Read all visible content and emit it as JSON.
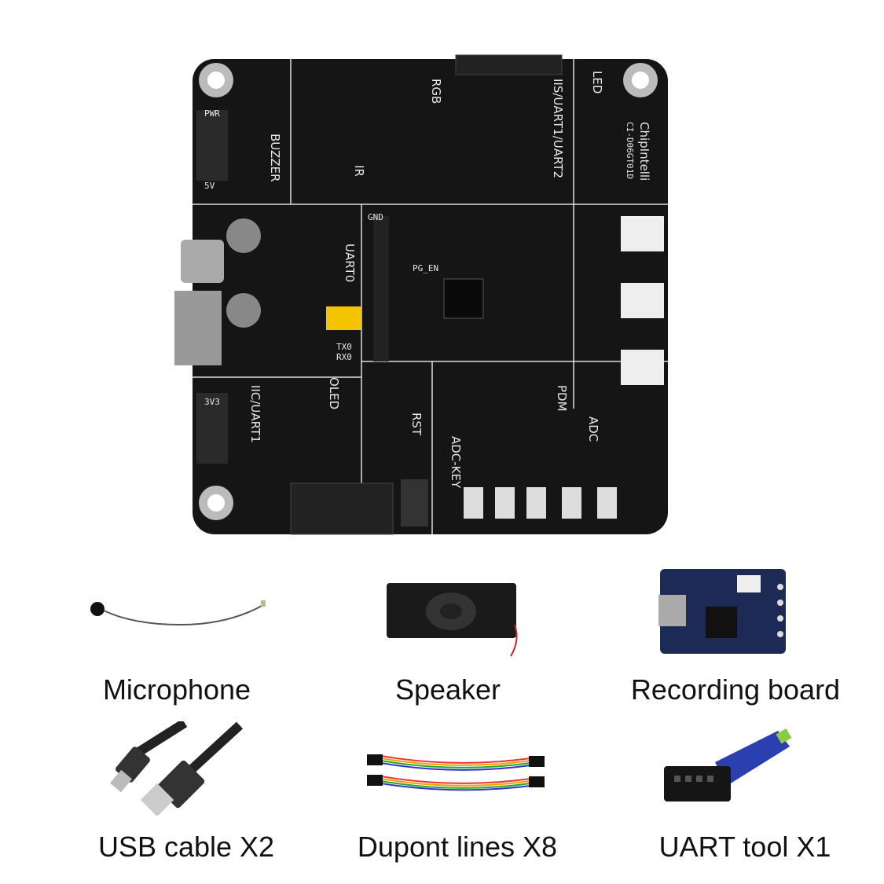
{
  "board": {
    "brand": "ChipIntelli",
    "model": "CI-D06GT01D",
    "silkscreen": [
      "PWR",
      "BUZZER",
      "IR",
      "RGB",
      "IIS/UART1/UART2",
      "LED",
      "UART0",
      "TX0",
      "RX0",
      "IIC/UART1",
      "OLED",
      "RST",
      "ADC-KEY",
      "PDM",
      "ADC",
      "PG_EN",
      "GND",
      "3V3",
      "5V"
    ]
  },
  "items": [
    {
      "name": "microphone",
      "label": "Microphone"
    },
    {
      "name": "speaker",
      "label": "Speaker"
    },
    {
      "name": "recording-board",
      "label": "Recording board"
    },
    {
      "name": "usb-cable",
      "label": "USB cable X2"
    },
    {
      "name": "dupont-lines",
      "label": "Dupont lines X8"
    },
    {
      "name": "uart-tool",
      "label": "UART tool X1"
    }
  ],
  "colors": {
    "board": "#151515",
    "silk": "#e8e8e8",
    "uart_tool": "#2a3fb0",
    "jumper": "#f5c400"
  }
}
